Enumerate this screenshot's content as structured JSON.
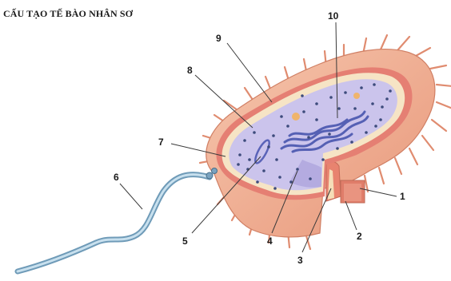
{
  "title": "CẤU TẠO TẾ BÀO NHÂN SƠ",
  "labels": {
    "l1": "1",
    "l2": "2",
    "l3": "3",
    "l4": "4",
    "l5": "5",
    "l6": "6",
    "l7": "7",
    "l8": "8",
    "l9": "9",
    "l10": "10"
  },
  "colors": {
    "capsule": "#f1b49a",
    "capsule_edge": "#d98a6c",
    "wall": "#e98a86",
    "membrane": "#f4e3c6",
    "cytoplasm": "#c9c3ec",
    "dna": "#5a63b8",
    "flagellum": "#9ec4dc",
    "ribosome": "#3a4a7a"
  }
}
